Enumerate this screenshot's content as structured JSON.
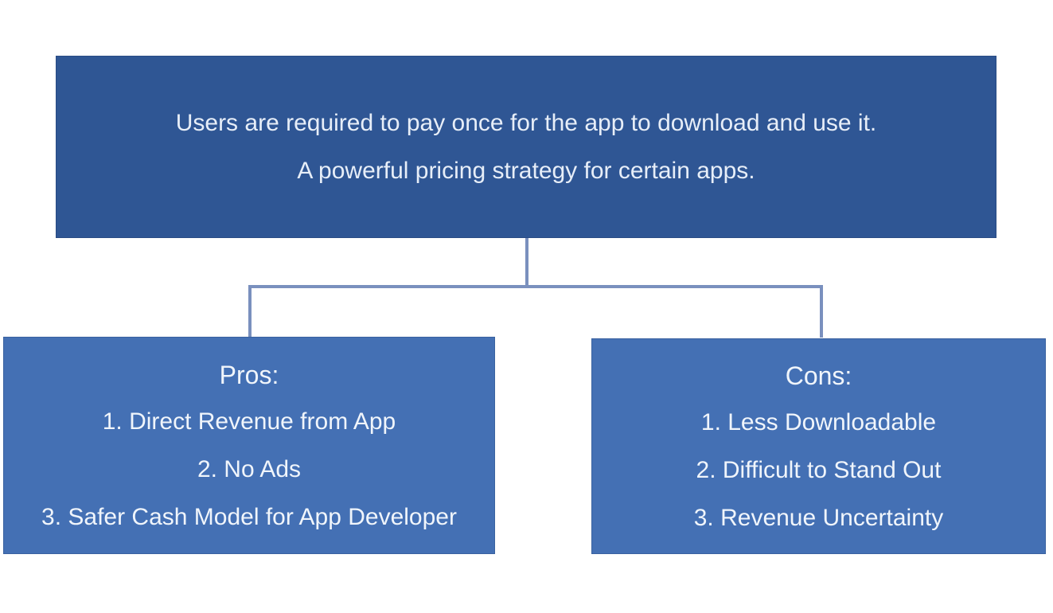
{
  "diagram": {
    "top_box": {
      "lines": [
        "Users are required to pay once for the app to download and use it.",
        "A powerful pricing strategy for certain apps."
      ]
    },
    "pros_box": {
      "title": "Pros:",
      "items": [
        "1. Direct Revenue from App",
        "2. No Ads",
        "3. Safer Cash Model for App Developer"
      ]
    },
    "cons_box": {
      "title": "Cons:",
      "items": [
        "1. Less Downloadable",
        "2. Difficult to Stand Out",
        "3. Revenue Uncertainty"
      ]
    },
    "colors": {
      "top_box_fill": "#2f5694",
      "child_box_fill": "#4470b4",
      "connector_line": "#7a90be",
      "top_box_text": "#e7eef8",
      "child_box_text": "#f0f5fb",
      "background": "#ffffff"
    }
  }
}
